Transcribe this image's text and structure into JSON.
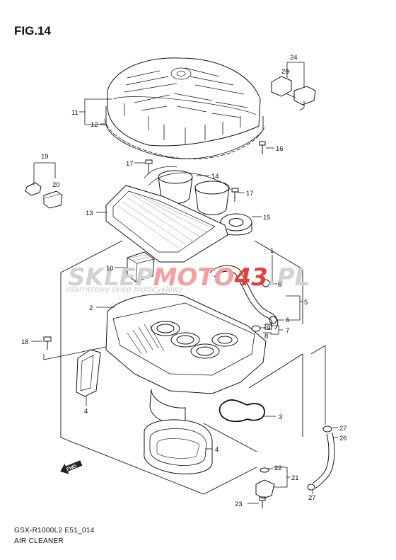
{
  "figure": {
    "title": "FIG.14",
    "model_code": "GSX-R1000L2 E51_014",
    "name": "AIR CLEANER"
  },
  "watermark": {
    "part1": "SKLEP",
    "part2": "MOTO",
    "part3": "43",
    "part4": ".PL",
    "tagline": "internetowy sklep motocyklowy",
    "color_light": "#cfcfcf",
    "color_red": "#e04040"
  },
  "fwd_label": "FWD",
  "callouts": {
    "c1": "1",
    "c2": "2",
    "c3": "3",
    "c4a": "4",
    "c4b": "4",
    "c5": "5",
    "c6a": "6",
    "c6b": "6",
    "c7": "7",
    "c8": "8",
    "c9": "9",
    "c10": "10",
    "c11": "11",
    "c12": "12",
    "c13": "13",
    "c14": "14",
    "c15": "15",
    "c16": "16",
    "c17a": "17",
    "c17b": "17",
    "c18": "18",
    "c19": "19",
    "c20": "20",
    "c21": "21",
    "c22": "22",
    "c23": "23",
    "c24": "24",
    "c25": "25",
    "c26": "26",
    "c27a": "27",
    "c27b": "27"
  }
}
